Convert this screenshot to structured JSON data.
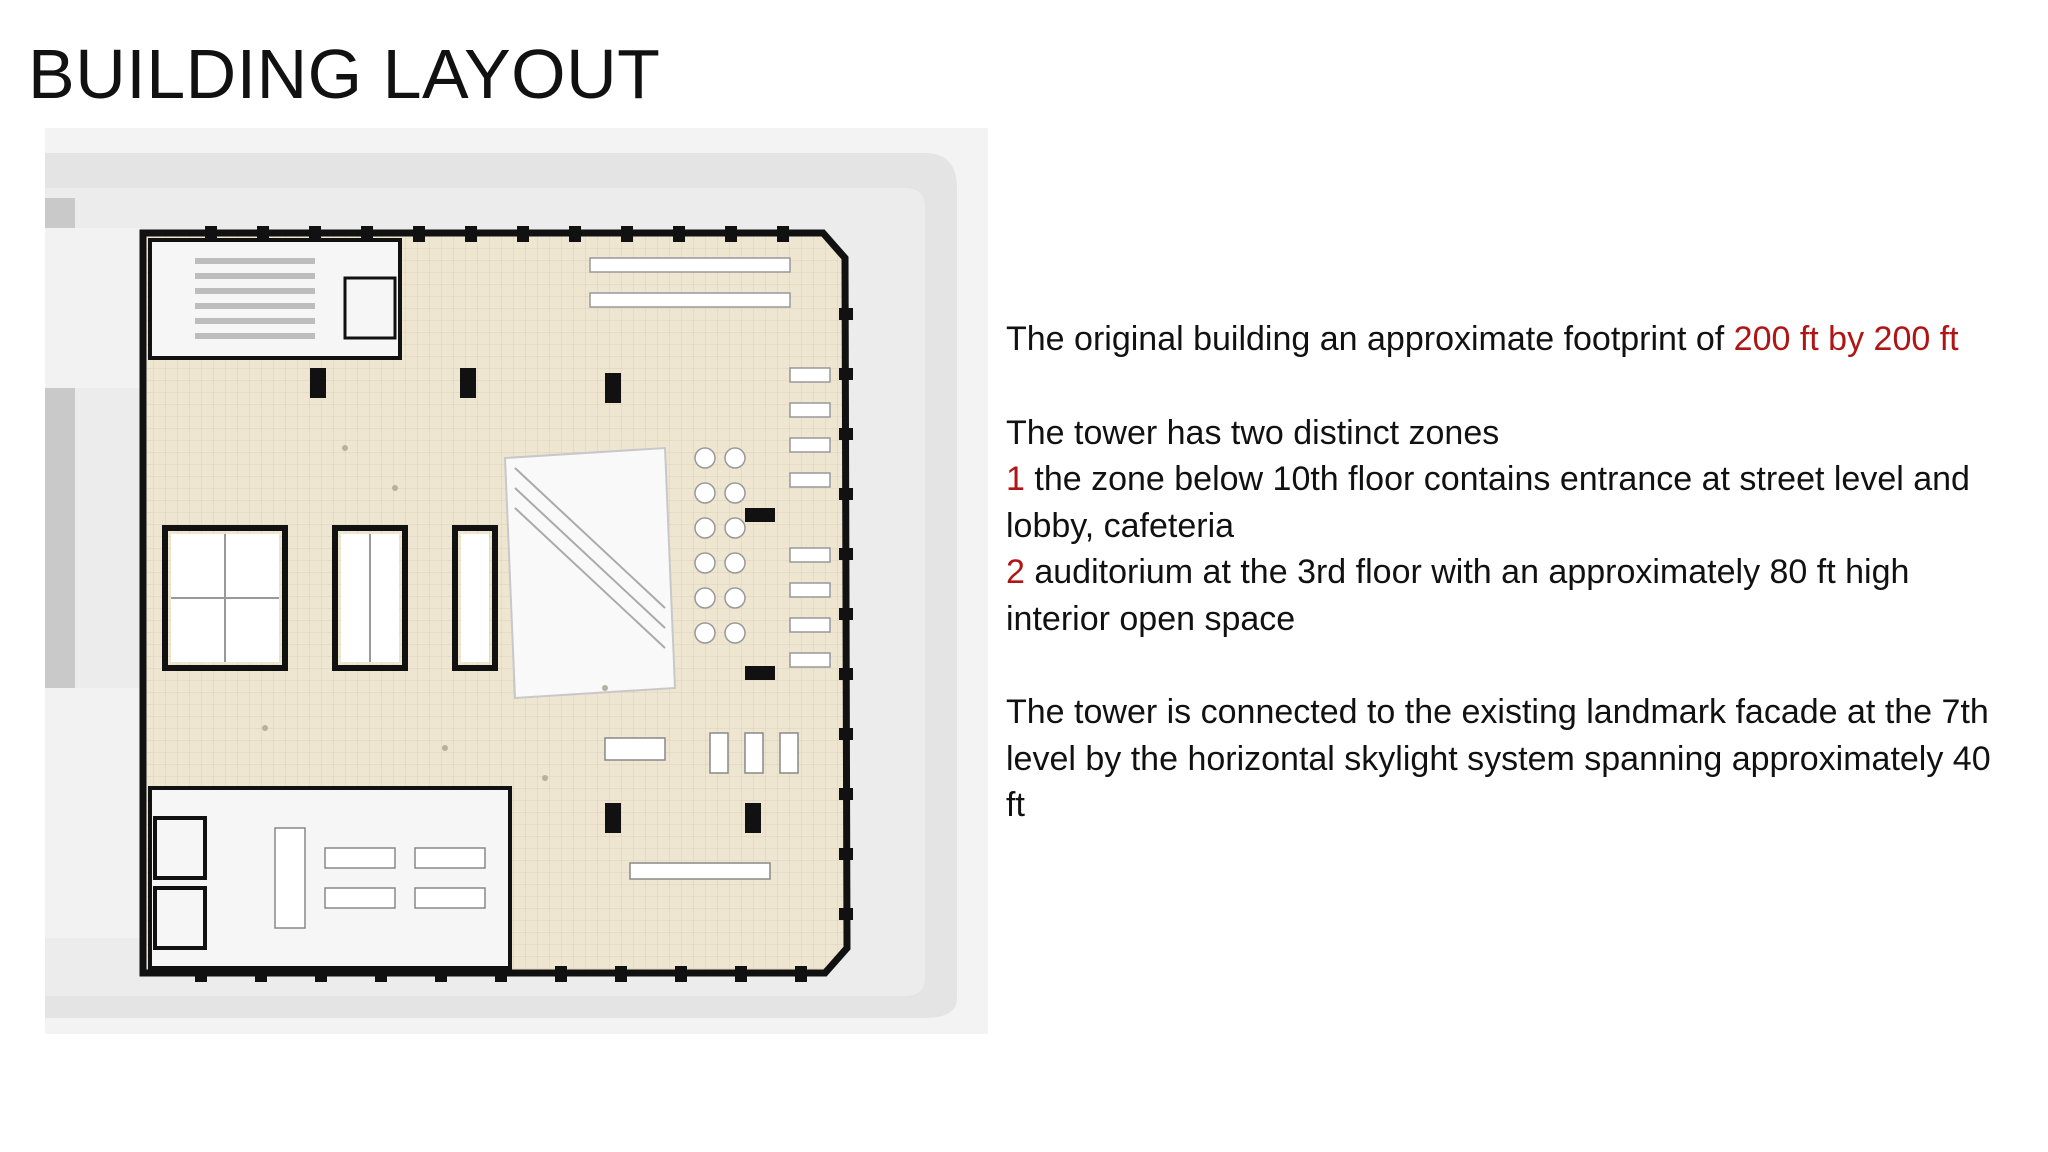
{
  "slide": {
    "title": "BUILDING LAYOUT"
  },
  "text": {
    "p1_lead": "The original building an approximate footprint of ",
    "p1_highlight": "200 ft by 200 ft",
    "p2_intro": " The tower has two distinct zones",
    "item1_num": "1",
    "item1_text": " the zone below 10th floor contains entrance at street level and lobby, cafeteria",
    "item2_num": "2",
    "item2_text": " auditorium at the 3rd floor with an approximately 80 ft high interior open space",
    "p3": "The tower is connected to the existing landmark facade at the 7th level by the horizontal skylight system spanning approximately 40 ft"
  },
  "colors": {
    "accent": "#b01515",
    "floor_fill": "#efe6d2",
    "wall": "#111111",
    "sidewalk": "#e4e4e4"
  },
  "icons": {
    "plan": "floor-plan-drawing"
  }
}
